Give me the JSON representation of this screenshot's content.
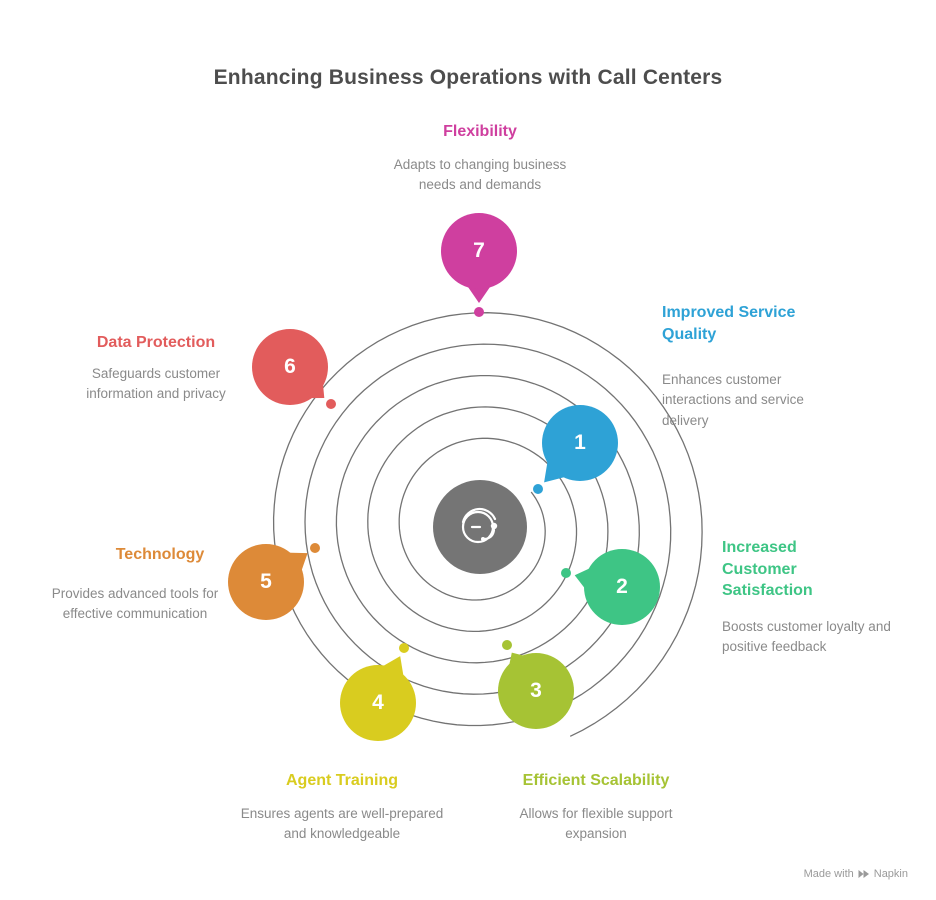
{
  "title": "Enhancing Business Operations with Call Centers",
  "center_icon": "support-agent-headset-icon",
  "items": [
    {
      "num": "1",
      "label": "Improved Service Quality",
      "desc": "Enhances customer interactions and service delivery",
      "color": "#2ea2d6"
    },
    {
      "num": "2",
      "label": "Increased Customer Satisfaction",
      "desc": "Boosts customer loyalty and positive feedback",
      "color": "#3ec585"
    },
    {
      "num": "3",
      "label": "Efficient Scalability",
      "desc": "Allows for flexible support expansion",
      "color": "#a6c334"
    },
    {
      "num": "4",
      "label": "Agent Training",
      "desc": "Ensures agents are well-prepared and knowledgeable",
      "color": "#d9cc1f"
    },
    {
      "num": "5",
      "label": "Technology",
      "desc": "Provides advanced tools for effective communication",
      "color": "#dd8a38"
    },
    {
      "num": "6",
      "label": "Data Protection",
      "desc": "Safeguards customer information and privacy",
      "color": "#e25c5c"
    },
    {
      "num": "7",
      "label": "Flexibility",
      "desc": "Adapts to changing business needs and demands",
      "color": "#cf3f9f"
    }
  ],
  "colors": {
    "spiral": "#5a5a5a",
    "center": "#757575",
    "title_text": "#4d4d4d",
    "desc_text": "#8a8a8a"
  },
  "footer": {
    "made_with": "Made with",
    "brand": "Napkin"
  }
}
